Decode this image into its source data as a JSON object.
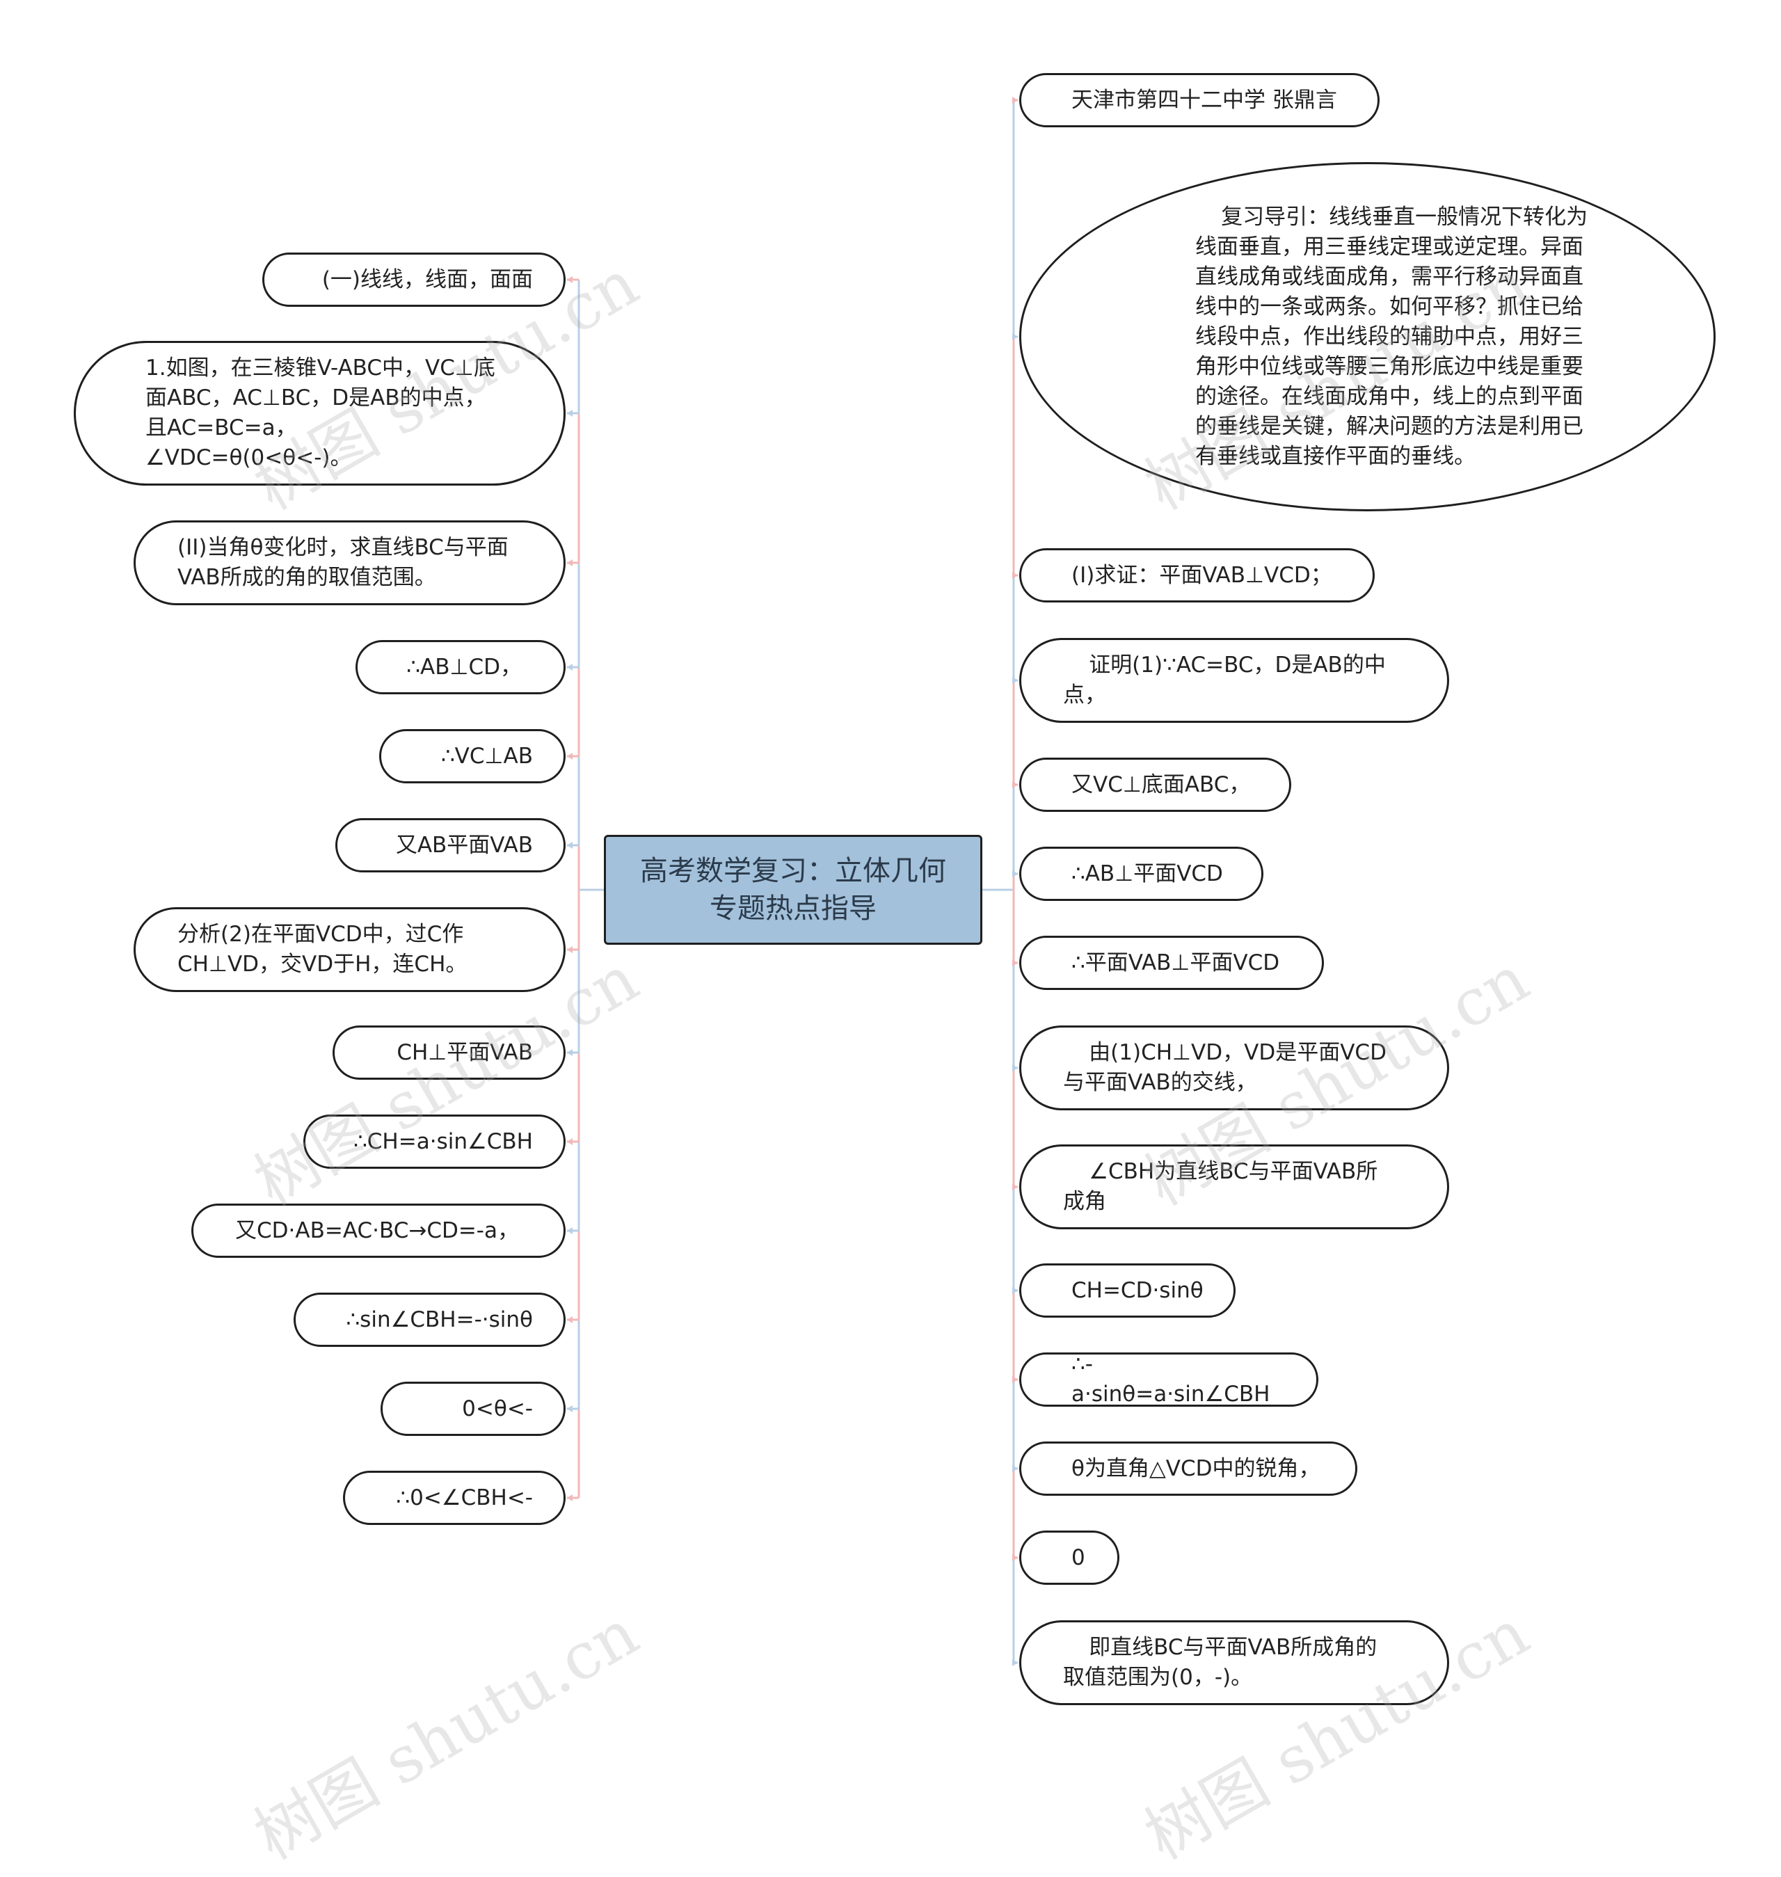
{
  "root": {
    "title": "高考数学复习：立体几何专题热点指导"
  },
  "left_nodes": [
    "(一)线线，线面，面面",
    "1.如图，在三棱锥V-ABC中，VC⊥底面ABC，AC⊥BC，D是AB的中点，且AC=BC=a，∠VDC=θ(0<θ<-)。",
    "(II)当角θ变化时，求直线BC与平面VAB所成的角的取值范围。",
    "∴AB⊥CD，",
    "∴VC⊥AB",
    "又AB平面VAB",
    "分析(2)在平面VCD中，过C作CH⊥VD，交VD于H，连CH。",
    "CH⊥平面VAB",
    "∴CH=a·sin∠CBH",
    "又CD·AB=AC·BC→CD=-a，",
    "∴sin∠CBH=-·sinθ",
    "0<θ<-",
    "∴0<∠CBH<-"
  ],
  "right_nodes": [
    "天津市第四十二中学 张鼎言",
    "复习导引：线线垂直一般情况下转化为线面垂直，用三垂线定理或逆定理。异面直线成角或线面成角，需平行移动异面直线中的一条或两条。如何平移？抓住已给线段中点，作出线段的辅助中点，用好三角形中位线或等腰三角形底边中线是重要的途径。在线面成角中，线上的点到平面的垂线是关键，解决问题的方法是利用已有垂线或直接作平面的垂线。",
    "(I)求证：平面VAB⊥VCD；",
    "证明(1)∵AC=BC，D是AB的中点，",
    "又VC⊥底面ABC，",
    "∴AB⊥平面VCD",
    "∴平面VAB⊥平面VCD",
    "由(1)CH⊥VD，VD是平面VCD与平面VAB的交线，",
    "∠CBH为直线BC与平面VAB所成角",
    "CH=CD·sinθ",
    "∴-a·sinθ=a·sin∠CBH",
    "θ为直角△VCD中的锐角，",
    "0",
    "即直线BC与平面VAB所成角的取值范围为(0，-)。"
  ],
  "watermark": "树图 shutu.cn",
  "colors": {
    "root_fill": "#a3c1db",
    "link_pink": "#f2b8b8",
    "link_blue": "#b8cfe6",
    "border": "#1f1f1f"
  }
}
